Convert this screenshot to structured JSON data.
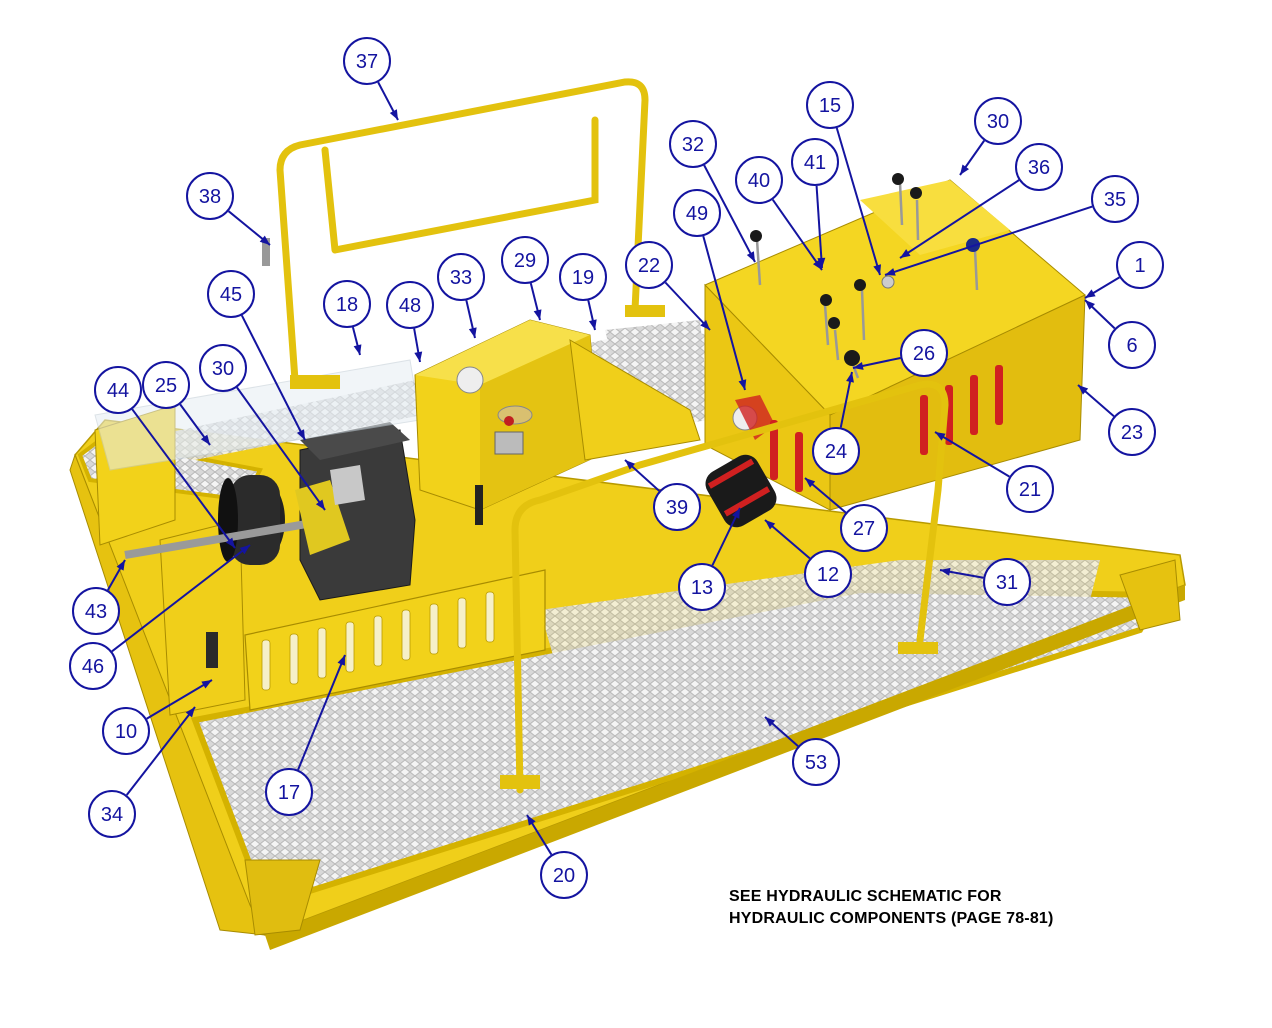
{
  "callouts": [
    {
      "label": "37"
    },
    {
      "label": "38"
    },
    {
      "label": "45"
    },
    {
      "label": "18"
    },
    {
      "label": "48"
    },
    {
      "label": "33"
    },
    {
      "label": "29"
    },
    {
      "label": "19"
    },
    {
      "label": "22"
    },
    {
      "label": "49"
    },
    {
      "label": "32"
    },
    {
      "label": "40"
    },
    {
      "label": "41"
    },
    {
      "label": "15"
    },
    {
      "label": "30"
    },
    {
      "label": "36"
    },
    {
      "label": "35"
    },
    {
      "label": "1"
    },
    {
      "label": "6"
    },
    {
      "label": "23"
    },
    {
      "label": "26"
    },
    {
      "label": "24"
    },
    {
      "label": "21"
    },
    {
      "label": "27"
    },
    {
      "label": "44"
    },
    {
      "label": "25"
    },
    {
      "label": "30"
    },
    {
      "label": "39"
    },
    {
      "label": "13"
    },
    {
      "label": "12"
    },
    {
      "label": "31"
    },
    {
      "label": "43"
    },
    {
      "label": "46"
    },
    {
      "label": "10"
    },
    {
      "label": "17"
    },
    {
      "label": "53"
    },
    {
      "label": "34"
    },
    {
      "label": "20"
    }
  ],
  "note": {
    "line1": "SEE HYDRAULIC SCHEMATIC FOR",
    "line2": "HYDRAULIC COMPONENTS (PAGE 78-81)"
  },
  "colors": {
    "frame_yellow": "#f2d21a",
    "callout_blue": "#1414a0",
    "engine_black": "#2a2a2a",
    "hose_red": "#d02020"
  }
}
